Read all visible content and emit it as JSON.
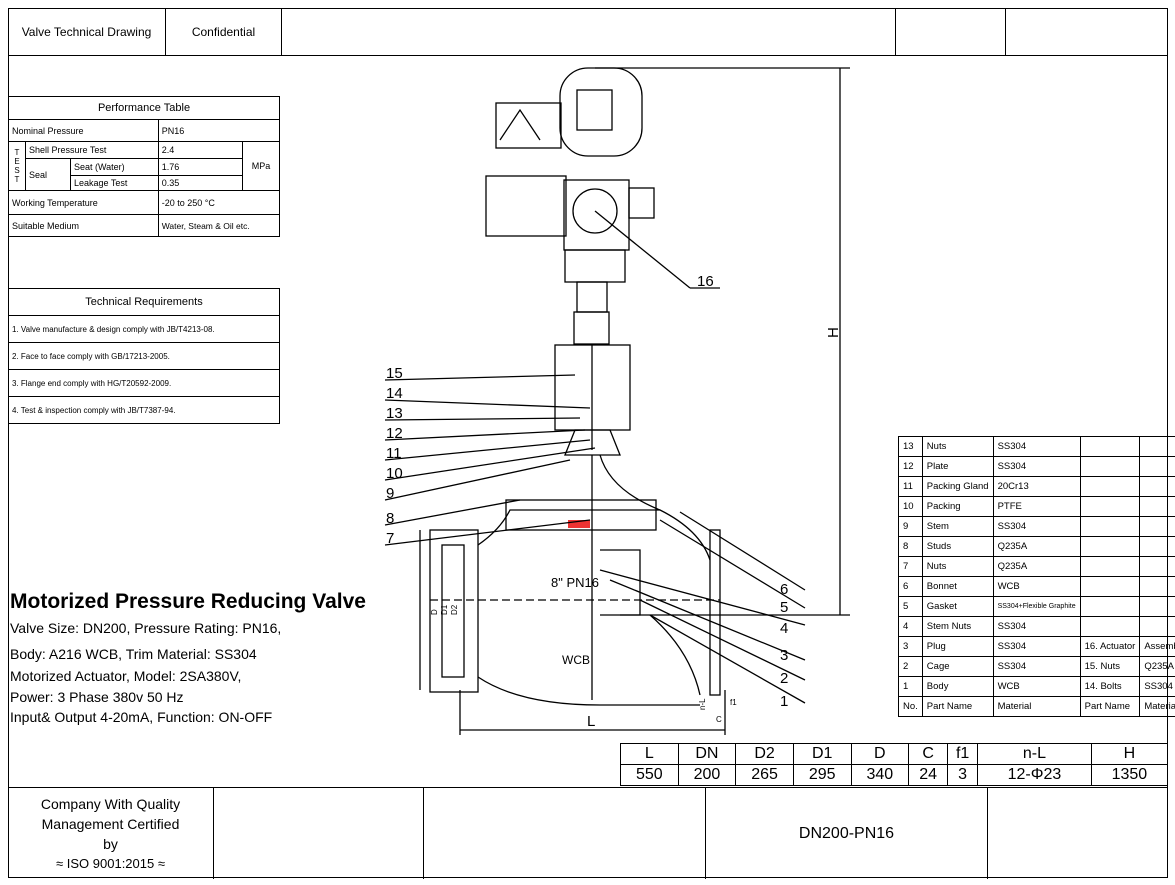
{
  "header": {
    "cell1": "Valve Technical Drawing",
    "cell2": "Confidential"
  },
  "performance": {
    "title": "Performance Table",
    "nominal_label": "Nominal Pressure",
    "nominal_value": "PN16",
    "test_letters": "T E S T",
    "shell_label": "Shell Pressure Test",
    "shell_value": "2.4",
    "seal_label": "Seal",
    "seat_label": "Seat (Water)",
    "seat_value": "1.76",
    "leak_label": "Leakage Test",
    "leak_value": "0.35",
    "unit": "MPa",
    "temp_label": "Working Temperature",
    "temp_value": "-20 to 250 °C",
    "medium_label": "Suitable Medium",
    "medium_value": "Water, Steam & Oil etc."
  },
  "requirements": {
    "title": "Technical Requirements",
    "items": [
      "1. Valve manufacture & design comply with JB/T4213-08.",
      "2. Face to face comply with GB/17213-2005.",
      "3. Flange end comply with HG/T20592-2009.",
      "4. Test & inspection comply with JB/T7387-94."
    ]
  },
  "product": {
    "title": "Motorized Pressure Reducing Valve",
    "lines": [
      "Valve Size: DN200, Pressure Rating: PN16,",
      "Body: A216 WCB, Trim Material: SS304",
      "Motorized Actuator, Model: 2SA380V,",
      "Power: 3 Phase 380v 50 Hz",
      "Input& Output 4-20mA, Function: ON-OFF"
    ]
  },
  "drawing": {
    "labels_left": [
      "15",
      "14",
      "13",
      "12",
      "11",
      "10",
      "9",
      "8",
      "7"
    ],
    "labels_right": [
      "6",
      "5",
      "4",
      "3",
      "2",
      "1"
    ],
    "label_16": "16",
    "dim_H": "H",
    "dim_L": "L",
    "dim_D": "D",
    "dim_D1": "D1",
    "dim_D2": "D2",
    "dim_nL": "n-L",
    "dim_C": "C",
    "dim_f1": "f1",
    "body_mark1": "8\" PN16",
    "body_mark2": "WCB"
  },
  "parts": {
    "rows": [
      [
        "13",
        "Nuts",
        "SS304",
        "",
        ""
      ],
      [
        "12",
        "Plate",
        "SS304",
        "",
        ""
      ],
      [
        "11",
        "Packing Gland",
        "20Cr13",
        "",
        ""
      ],
      [
        "10",
        "Packing",
        "PTFE",
        "",
        ""
      ],
      [
        "9",
        "Stem",
        "SS304",
        "",
        ""
      ],
      [
        "8",
        "Studs",
        "Q235A",
        "",
        ""
      ],
      [
        "7",
        "Nuts",
        "Q235A",
        "",
        ""
      ],
      [
        "6",
        "Bonnet",
        "WCB",
        "",
        ""
      ],
      [
        "5",
        "Gasket",
        "SS304+Flexible Graphite",
        "",
        ""
      ],
      [
        "4",
        "Stem Nuts",
        "SS304",
        "",
        ""
      ],
      [
        "3",
        "Plug",
        "SS304",
        "16. Actuator",
        "Assemble"
      ],
      [
        "2",
        "Cage",
        "SS304",
        "15. Nuts",
        "Q235A"
      ],
      [
        "1",
        "Body",
        "WCB",
        "14. Bolts",
        "SS304"
      ]
    ],
    "header": [
      "No.",
      "Part Name",
      "Material",
      "Part Name",
      "Material"
    ]
  },
  "dimensions": {
    "headers": [
      "L",
      "DN",
      "D2",
      "D1",
      "D",
      "C",
      "f1",
      "n-L",
      "H"
    ],
    "values": [
      "550",
      "200",
      "265",
      "295",
      "340",
      "24",
      "3",
      "12-Φ23",
      "1350"
    ]
  },
  "footer": {
    "cert": "Company With Quality Management Certified by",
    "iso": "≈ ISO 9001:2015 ≈",
    "model": "DN200-PN16"
  }
}
